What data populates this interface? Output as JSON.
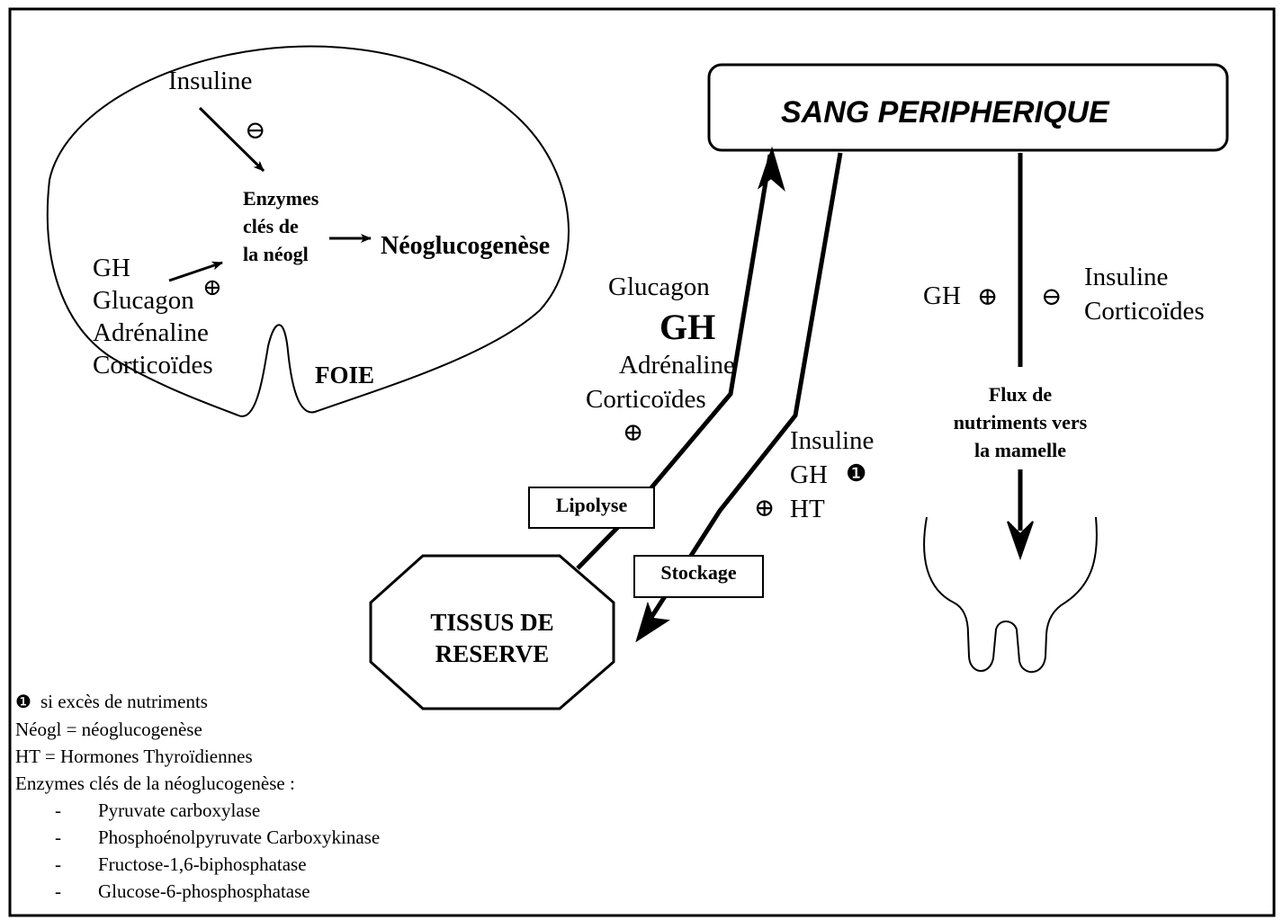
{
  "blood": {
    "label": "SANG PERIPHERIQUE"
  },
  "liver": {
    "name": "FOIE",
    "insulin": "Insuline",
    "minus": "⊖",
    "enzymes": [
      "Enzymes",
      "clés de",
      "la néogl"
    ],
    "result": "Néoglucogenèse",
    "activators": [
      "GH",
      "Glucagon",
      "Adrénaline",
      "Corticoïdes"
    ],
    "plus": "⊕"
  },
  "lipolysis": {
    "box": "Lipolyse",
    "hormones": [
      "Glucagon",
      "GH",
      "Adrénaline",
      "Corticoïdes"
    ],
    "plus": "⊕"
  },
  "storage": {
    "box": "Stockage",
    "hormones": [
      "Insuline",
      "GH",
      "HT"
    ],
    "plus": "⊕",
    "note_marker": "❶"
  },
  "reserve": {
    "label": [
      "TISSUS DE",
      "RESERVE"
    ]
  },
  "udder": {
    "left": "GH",
    "plus": "⊕",
    "minus": "⊖",
    "right": [
      "Insuline",
      "Corticoïdes"
    ],
    "flux": [
      "Flux de",
      "nutriments vers",
      "la mamelle"
    ]
  },
  "legend": {
    "note_marker": "❶",
    "note_text": "si excès de nutriments",
    "lines": [
      "Néogl = néoglucogenèse",
      "HT = Hormones Thyroïdiennes",
      "Enzymes clés de la néoglucogenèse :"
    ],
    "bullet": "-",
    "enzymes": [
      "Pyruvate carboxylase",
      "Phosphoénolpyruvate Carboxykinase",
      "Fructose-1,6-biphosphatase",
      "Glucose-6-phosphosphatase"
    ]
  }
}
